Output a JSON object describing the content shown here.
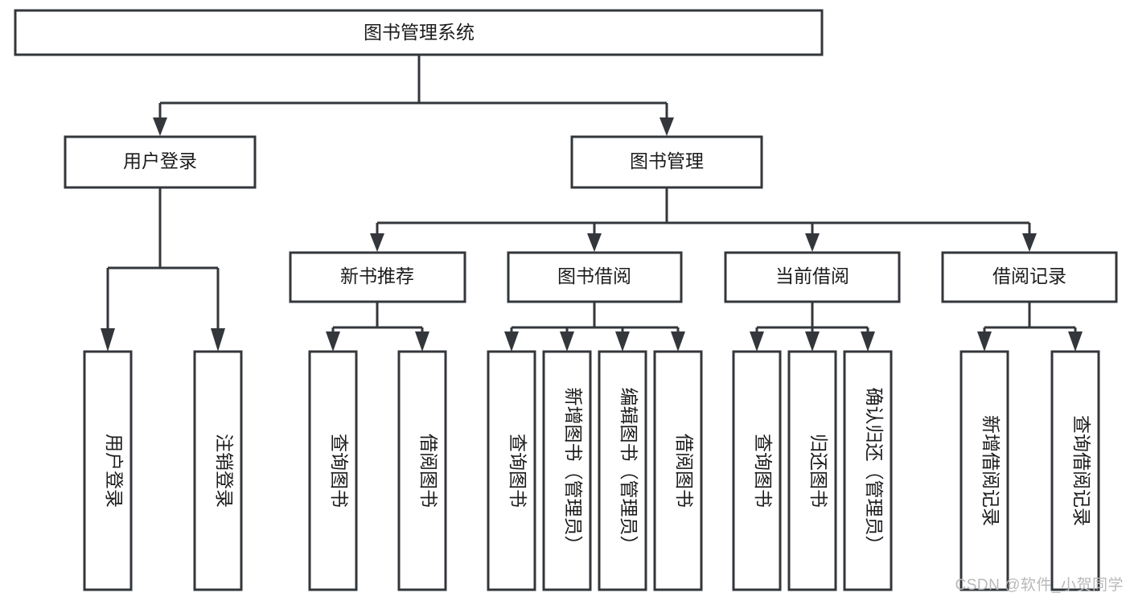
{
  "diagram": {
    "type": "tree",
    "title": "图书管理系统",
    "watermark": "CSDN @软件_小贺同学",
    "colors": {
      "background": "#ffffff",
      "stroke": "#33373b",
      "text": "#1c1c1c",
      "watermark": "#b9b9b9"
    },
    "nodes": {
      "root": {
        "label": "图书管理系统",
        "level": 0
      },
      "l1": [
        {
          "id": "user-login",
          "label": "用户登录"
        },
        {
          "id": "book-manage",
          "label": "图书管理"
        }
      ],
      "l2": [
        {
          "id": "new-book-recommend",
          "label": "新书推荐"
        },
        {
          "id": "book-borrow",
          "label": "图书借阅"
        },
        {
          "id": "current-borrow",
          "label": "当前借阅"
        },
        {
          "id": "borrow-record",
          "label": "借阅记录"
        }
      ],
      "leaves": {
        "user-login": [
          {
            "id": "leaf-user-login",
            "label": "用户登录"
          },
          {
            "id": "leaf-logout-login",
            "label": "注销登录"
          }
        ],
        "new-book-recommend": [
          {
            "id": "leaf-query-book-1",
            "label": "查询图书"
          },
          {
            "id": "leaf-borrow-book-1",
            "label": "借阅图书"
          }
        ],
        "book-borrow": [
          {
            "id": "leaf-query-book-2",
            "label": "查询图书"
          },
          {
            "id": "leaf-add-book",
            "label": "新增图书（管理员）"
          },
          {
            "id": "leaf-edit-book",
            "label": "编辑图书（管理员）"
          },
          {
            "id": "leaf-borrow-book-2",
            "label": "借阅图书"
          }
        ],
        "current-borrow": [
          {
            "id": "leaf-query-book-3",
            "label": "查询图书"
          },
          {
            "id": "leaf-return-book",
            "label": "归还图书"
          },
          {
            "id": "leaf-confirm-return",
            "label": "确认归还（管理员）"
          }
        ],
        "borrow-record": [
          {
            "id": "leaf-add-record",
            "label": "新增借阅记录"
          },
          {
            "id": "leaf-query-record",
            "label": "查询借阅记录"
          }
        ]
      }
    }
  }
}
